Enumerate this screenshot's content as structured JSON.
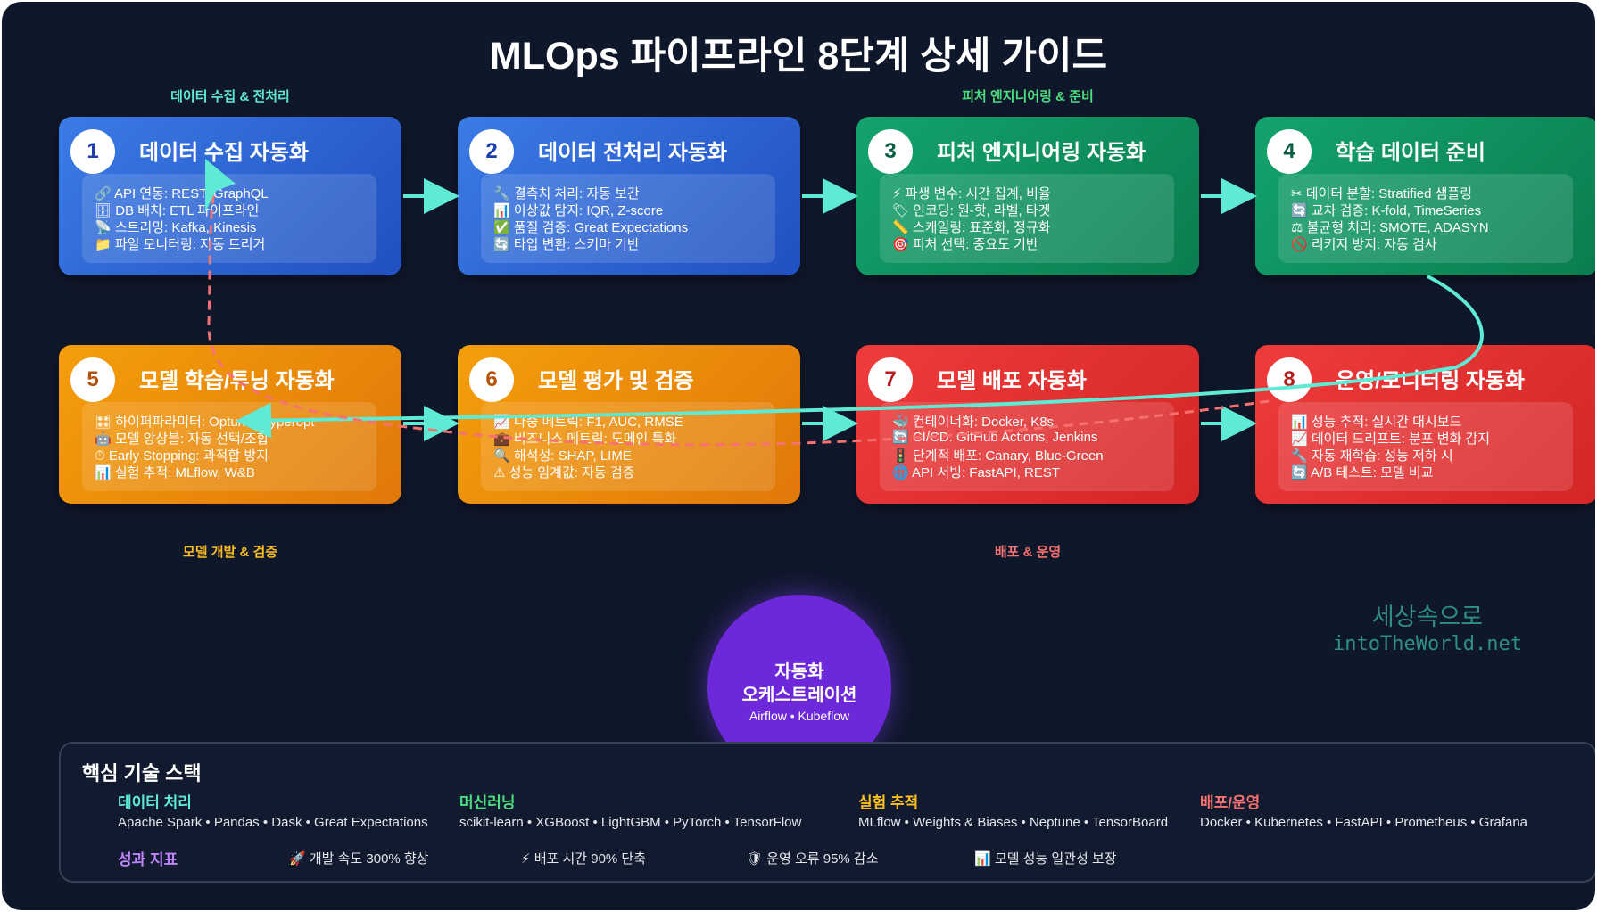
{
  "title": "MLOps 파이프라인 8단계 상세 가이드",
  "phases": {
    "p1": "데이터 수집 & 전처리",
    "p2": "피처 엔지니어링 & 준비",
    "p3": "모델 개발 & 검증",
    "p4": "배포 & 운영"
  },
  "colors": {
    "background": "#0f172a",
    "blue": "#2f6bdc",
    "green": "#10a06a",
    "orange": "#f08c08",
    "red": "#e83030",
    "arrow": "#5eead4",
    "feedback": "#f87171",
    "orchestration": "#6d28d9"
  },
  "steps": [
    {
      "num": "1",
      "title": "데이터 수집 자동화",
      "items": [
        "🔗 API 연동: REST, GraphQL",
        "🗄 DB 배치: ETL 파이프라인",
        "📡 스트리밍: Kafka, Kinesis",
        "📁 파일 모니터링: 자동 트리거"
      ]
    },
    {
      "num": "2",
      "title": "데이터 전처리 자동화",
      "items": [
        "🔧 결측치 처리: 자동 보간",
        "📊 이상값 탐지: IQR, Z-score",
        "✅ 품질 검증: Great Expectations",
        "🔄 타입 변환: 스키마 기반"
      ]
    },
    {
      "num": "3",
      "title": "피처 엔지니어링 자동화",
      "items": [
        "⚡ 파생 변수: 시간 집계, 비율",
        "🏷 인코딩: 원-핫, 라벨, 타겟",
        "📏 스케일링: 표준화, 정규화",
        "🎯 피처 선택: 중요도 기반"
      ]
    },
    {
      "num": "4",
      "title": "학습 데이터 준비",
      "items": [
        "✂ 데이터 분할: Stratified 샘플링",
        "🔄 교차 검증: K-fold, TimeSeries",
        "⚖ 불균형 처리: SMOTE, ADASYN",
        "🚫 리키지 방지: 자동 검사"
      ]
    },
    {
      "num": "5",
      "title": "모델 학습/튜닝 자동화",
      "items": [
        "🎛 하이퍼파라미터: Optuna, Hyperopt",
        "🤖 모델 앙상블: 자동 선택/조합",
        "⏱ Early Stopping: 과적합 방지",
        "📊 실험 추적: MLflow, W&B"
      ]
    },
    {
      "num": "6",
      "title": "모델 평가 및 검증",
      "items": [
        "📈 다중 메트릭: F1, AUC, RMSE",
        "💼 비즈니스 메트릭: 도메인 특화",
        "🔍 해석성: SHAP, LIME",
        "⚠ 성능 임계값: 자동 검증"
      ]
    },
    {
      "num": "7",
      "title": "모델 배포 자동화",
      "items": [
        "🐳 컨테이너화: Docker, K8s",
        "🔄 CI/CD: GitHub Actions, Jenkins",
        "🚦 단계적 배포: Canary, Blue-Green",
        "🌐 API 서빙: FastAPI, REST"
      ]
    },
    {
      "num": "8",
      "title": "운영/모니터링 자동화",
      "items": [
        "📊 성능 추적: 실시간 대시보드",
        "📈 데이터 드리프트: 분포 변화 감지",
        "🔧 자동 재학습: 성능 저하 시",
        "🔄 A/B 테스트: 모델 비교"
      ]
    }
  ],
  "orchestration": {
    "line1": "자동화",
    "line2": "오케스트레이션",
    "tools": "Airflow • Kubeflow"
  },
  "watermark": {
    "line1": "세상속으로",
    "line2": "intoTheWorld.net"
  },
  "tech_stack": {
    "title": "핵심 기술 스택",
    "categories": [
      {
        "name": "데이터 처리",
        "items": "Apache Spark • Pandas • Dask • Great Expectations"
      },
      {
        "name": "머신러닝",
        "items": "scikit-learn • XGBoost • LightGBM • PyTorch • TensorFlow"
      },
      {
        "name": "실험 추적",
        "items": "MLflow • Weights & Biases • Neptune • TensorBoard"
      },
      {
        "name": "배포/운영",
        "items": "Docker • Kubernetes • FastAPI • Prometheus • Grafana"
      }
    ],
    "kpi_label": "성과 지표",
    "kpis": [
      "🚀 개발 속도 300% 향상",
      "⚡ 배포 시간 90% 단축",
      "🛡 운영 오류 95% 감소",
      "📊 모델 성능 일관성 보장"
    ]
  }
}
